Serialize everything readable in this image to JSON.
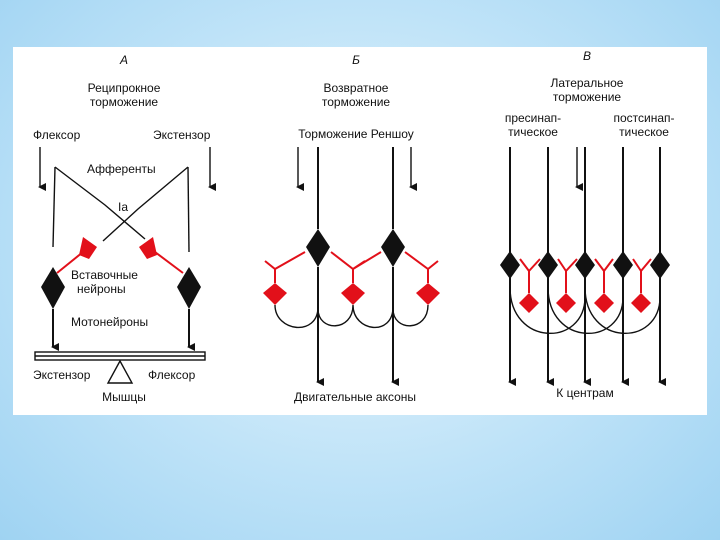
{
  "panels": {
    "a": {
      "letter": "А",
      "title_line1": "Реципрокное",
      "title_line2": "торможение",
      "flexor_top": "Флексор",
      "extensor_top": "Экстензор",
      "afferents": "Афференты",
      "ia": "Ia",
      "interneurons_line1": "Вставочные",
      "interneurons_line2": "нейроны",
      "motoneurons": "Мотонейроны",
      "extensor_bottom": "Экстензор",
      "flexor_bottom": "Флексор",
      "muscles": "Мышцы"
    },
    "b": {
      "letter": "Б",
      "title_line1": "Возвратное",
      "title_line2": "торможение",
      "renshaw": "Торможение Реншоу",
      "motor_axons": "Двигательные аксоны"
    },
    "c": {
      "letter": "В",
      "title_line1": "Латеральное",
      "title_line2": "торможение",
      "presyn_line1": "пресинап-",
      "presyn_line2": "тическое",
      "postsyn_line1": "постсинап-",
      "postsyn_line2": "тическое",
      "to_centers": "К центрам"
    }
  },
  "colors": {
    "excitatory_neuron": "#111111",
    "inhibitory_neuron": "#e2101a",
    "background": "#ffffff"
  }
}
